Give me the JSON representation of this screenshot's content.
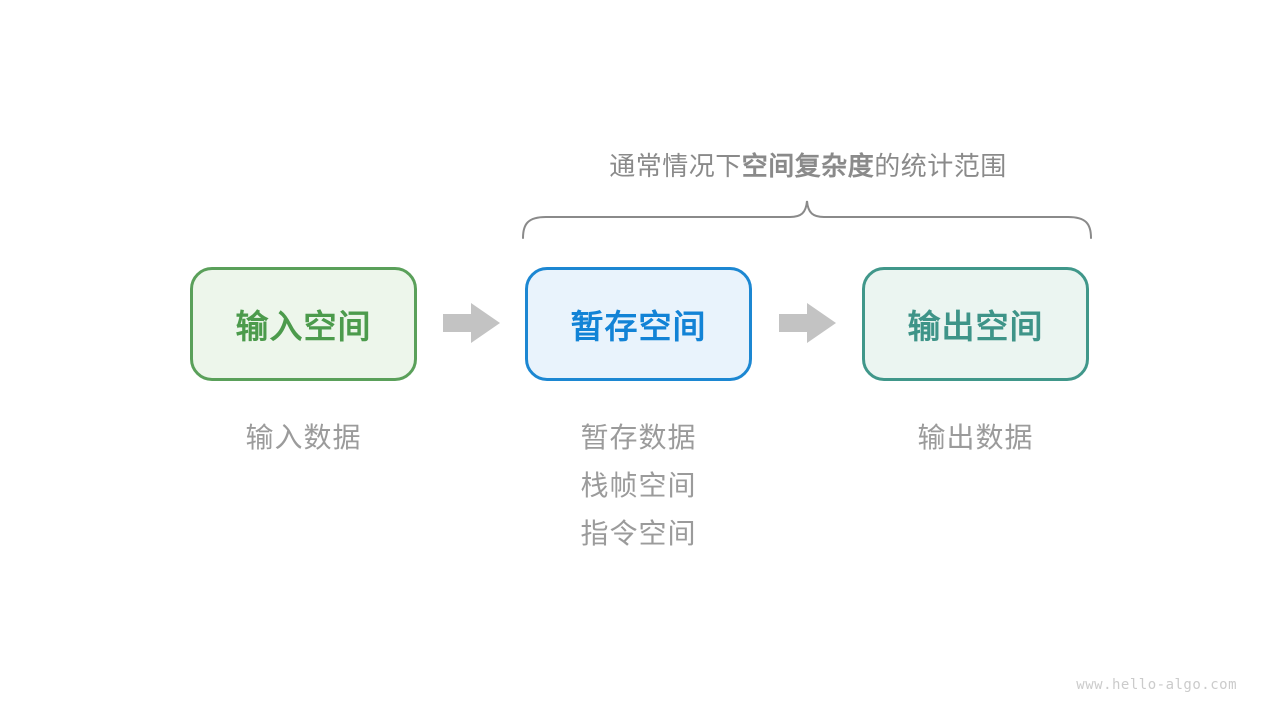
{
  "title": {
    "prefix": "通常情况下",
    "bold": "空间复杂度",
    "suffix": "的统计范围",
    "color": "#8a8a8a"
  },
  "brace": {
    "color": "#8a8a8a"
  },
  "flow": {
    "arrow_color": "#c3c3c3",
    "boxes": [
      {
        "id": "input-space",
        "label": "输入空间",
        "border_color": "#5aa05a",
        "fill_color": "#edf6eb",
        "text_color": "#4c9b4c"
      },
      {
        "id": "temporary-space",
        "label": "暂存空间",
        "border_color": "#1c87d2",
        "fill_color": "#e9f3fc",
        "text_color": "#1283d6"
      },
      {
        "id": "output-space",
        "label": "输出空间",
        "border_color": "#40978a",
        "fill_color": "#ebf5f1",
        "text_color": "#3e9488"
      }
    ]
  },
  "annotations": {
    "color": "#9b9b9b",
    "columns": [
      {
        "items": [
          "输入数据"
        ]
      },
      {
        "items": [
          "暂存数据",
          "栈帧空间",
          "指令空间"
        ]
      },
      {
        "items": [
          "输出数据"
        ]
      }
    ]
  },
  "watermark": {
    "text": "www.hello-algo.com",
    "color": "#cbcbcb"
  }
}
